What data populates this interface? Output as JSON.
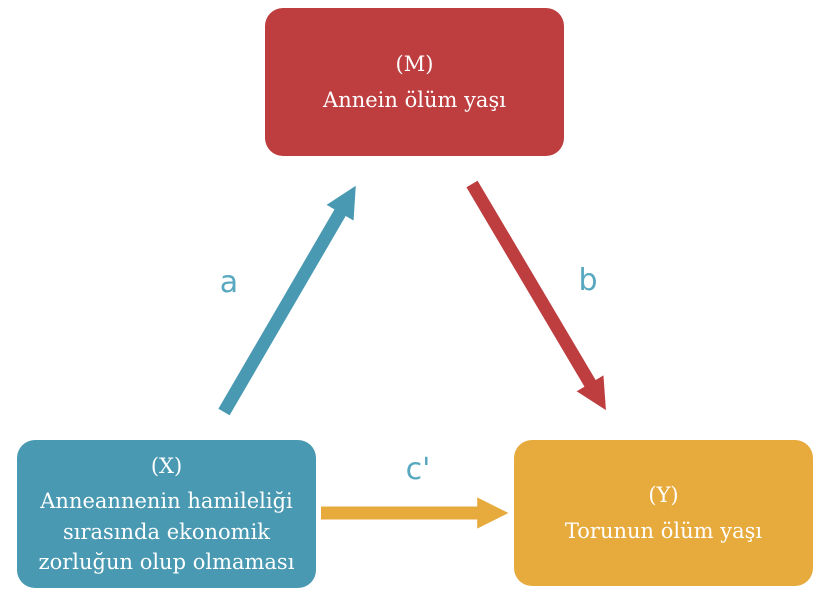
{
  "diagram_type": "mediation-path-diagram",
  "background": "#FFFFFF",
  "edge_label_color": "#58A8C0",
  "nodes": {
    "m": {
      "tag": "(M)",
      "label": "Annein ölüm yaşı",
      "color": "#BE3E40",
      "text_color": "#FFFFFF"
    },
    "x": {
      "tag": "(X)",
      "label": "Anneannenin hamileliği sırasında ekonomik zorluğun olup olmaması",
      "color": "#4899B1",
      "text_color": "#FFFFFF"
    },
    "y": {
      "tag": "(Y)",
      "label": "Torunun ölüm yaşı",
      "color": "#E7AA3C",
      "text_color": "#FFFFFF"
    }
  },
  "edges": {
    "a": {
      "label": "a",
      "from": "X",
      "to": "M",
      "color": "#4899B1"
    },
    "b": {
      "label": "b",
      "from": "M",
      "to": "Y",
      "color": "#BE3E40"
    },
    "c": {
      "label": "c'",
      "from": "X",
      "to": "Y",
      "color": "#E7AA3C"
    }
  }
}
